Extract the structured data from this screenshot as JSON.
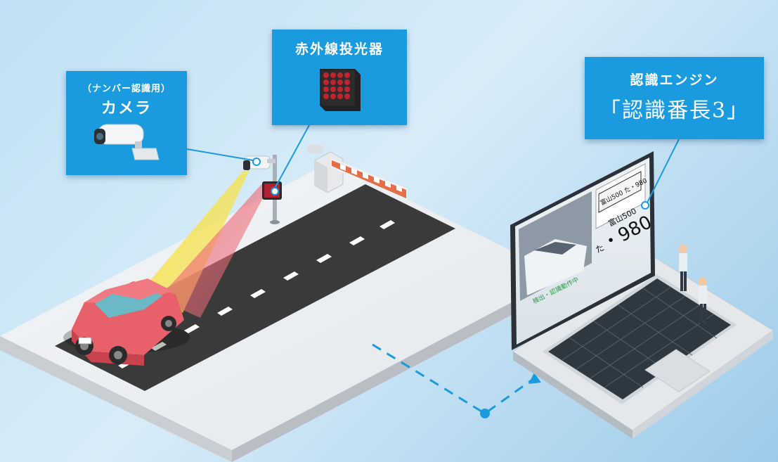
{
  "labels": {
    "camera_sub": "（ナンバー認識用）",
    "camera_main": "カメラ",
    "infrared": "赤外線投光器",
    "engine_top": "認識エンジン",
    "engine_name": "「認識番長3」"
  },
  "screen": {
    "plate_small": "富山500 た・980",
    "plate_region": "富山500",
    "plate_kana": "た",
    "plate_number": "・980",
    "status": "検出・認識動作中"
  },
  "colors": {
    "label_bg": "#1a9be0",
    "road": "#3a3a3a",
    "car": "#e8606a",
    "beam_yellow": "#f7e24a",
    "beam_red": "#ef6b78",
    "dashed_line": "#1a9be0"
  }
}
